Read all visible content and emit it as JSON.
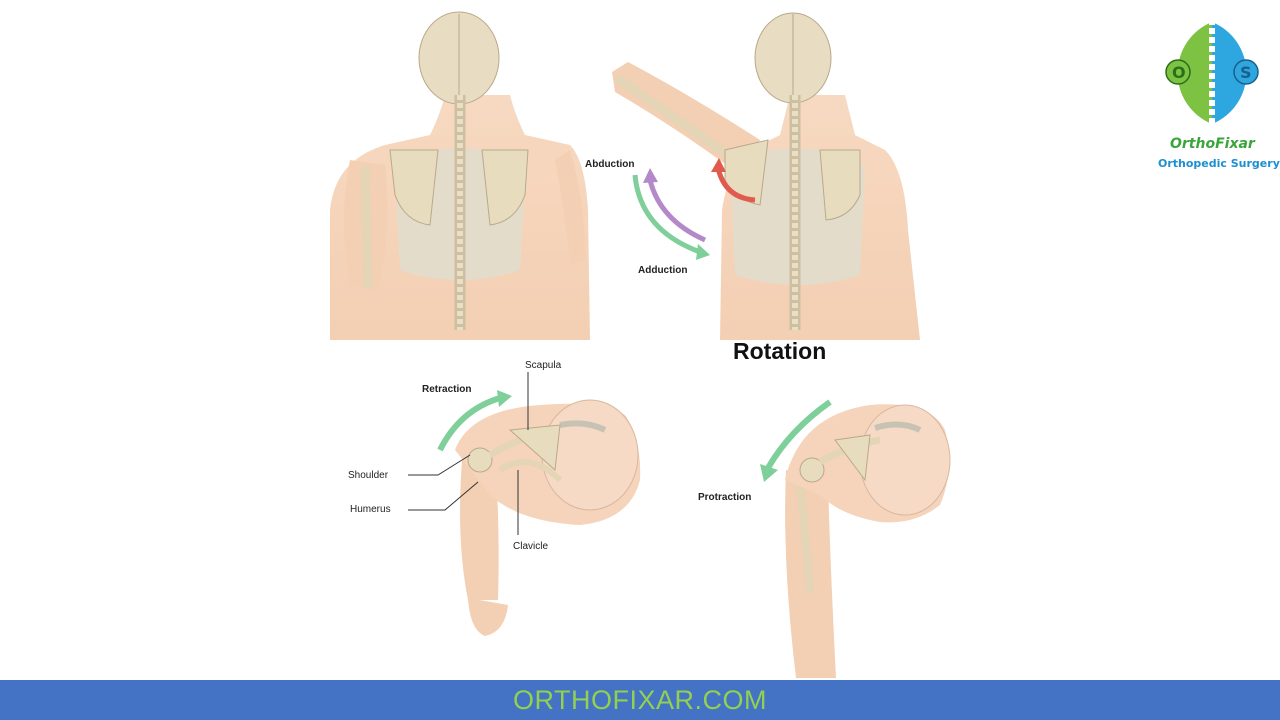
{
  "figure": {
    "title": "Rotation",
    "labels": {
      "abduction": "Abduction",
      "adduction": "Adduction",
      "retraction": "Retraction",
      "scapula": "Scapula",
      "shoulder": "Shoulder",
      "humerus": "Humerus",
      "clavicle": "Clavicle",
      "protraction": "Protraction"
    }
  },
  "logo": {
    "letters": [
      "O",
      "S"
    ],
    "brand": "OrthoFixar",
    "tagline": "Orthopedic Surgery"
  },
  "footer": {
    "text": "ORTHOFIXAR.COM"
  },
  "colors": {
    "footer_bg": "#4472c4",
    "footer_text": "#92d050",
    "arrow_green": "#7fcf9b",
    "arrow_purple": "#b489c9",
    "arrow_red": "#e05a4d",
    "skin": "#f6d8c0",
    "bone": "#e9dfc6"
  }
}
